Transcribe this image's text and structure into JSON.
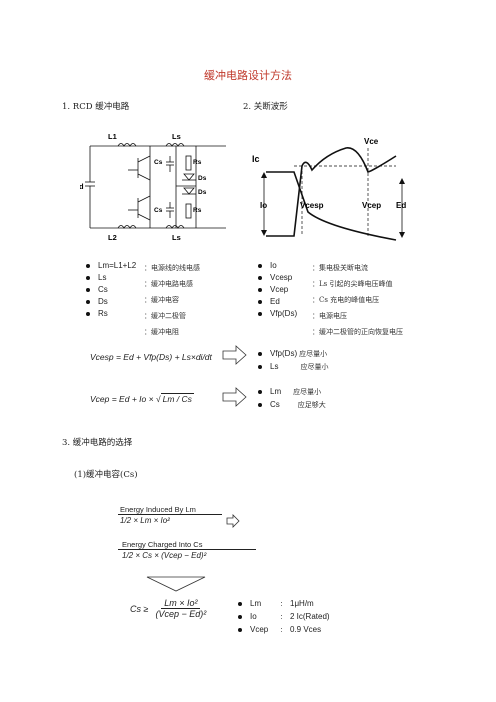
{
  "title": "缓冲电路设计方法",
  "section1": "1. RCD 缓冲电路",
  "section2": "2. 关断波形",
  "section3": "3. 缓冲电路的选择",
  "subsection1": "(1)缓冲电容(Cs)",
  "circuit": {
    "L1": "L1",
    "L2": "L2",
    "Ls_top": "Ls",
    "Ls_bot": "Ls",
    "Ed": "Ed",
    "Cs1": "Cs",
    "Rs1": "Rs",
    "Ds1": "Ds",
    "Ds2": "Ds",
    "Cs2": "Cs",
    "Rs2": "Rs"
  },
  "waveform": {
    "Ic": "Ic",
    "Io": "Io",
    "Vcesp": "Vcesp",
    "Vce": "Vce",
    "Vcep": "Vcep",
    "Ed": "Ed"
  },
  "legend_left": [
    {
      "sym": "Lm=L1+L2",
      "desc": "：电源线的线电感"
    },
    {
      "sym": "Ls",
      "desc": "：缓冲电路电感"
    },
    {
      "sym": "Cs",
      "desc": "：缓冲电容"
    },
    {
      "sym": "Ds",
      "desc": "：缓冲二极管"
    },
    {
      "sym": "Rs",
      "desc": "：缓冲电阻"
    }
  ],
  "legend_right": [
    {
      "sym": "Io",
      "desc": "：集电极关断电流"
    },
    {
      "sym": "Vcesp",
      "desc": "：Ls 引起的尖峰电压峰值"
    },
    {
      "sym": "Vcep",
      "desc": "：Cs 充电的峰值电压"
    },
    {
      "sym": "Ed",
      "desc": "：电源电压"
    },
    {
      "sym": "Vfp(Ds)",
      "desc": "：缓冲二极管的正向恢复电压"
    }
  ],
  "formula1": "Vcesp = Ed + Vfp(Ds) + Ls×di/dt",
  "formula2_pre": "Vcep = Ed + Io ×",
  "formula2_rad": "Lm / Cs",
  "implication1": [
    {
      "sym": "Vfp(Ds)",
      "desc": "应尽量小"
    },
    {
      "sym": "Ls",
      "desc": "应尽量小"
    }
  ],
  "implication2": [
    {
      "sym": "Lm",
      "desc": "应尽量小"
    },
    {
      "sym": "Cs",
      "desc": "应足够大"
    }
  ],
  "energy": {
    "induced_label": "Energy Induced By Lm",
    "induced_expr": "1/2 × Lm × Io²",
    "charged_label": "Energy Charged Into Cs",
    "charged_expr": "1/2 × Cs × (Vcep − Ed)²",
    "result_lhs": "Cs ≥",
    "result_num": "Lm × Io²",
    "result_den": "(Vcep − Ed)²"
  },
  "conditions": [
    {
      "sym": "Lm",
      "sep": "：",
      "val": "1μH/m"
    },
    {
      "sym": "Io",
      "sep": "：",
      "val": "2 Ic(Rated)"
    },
    {
      "sym": "Vcep",
      "sep": "：",
      "val": "0.9 Vces"
    }
  ]
}
